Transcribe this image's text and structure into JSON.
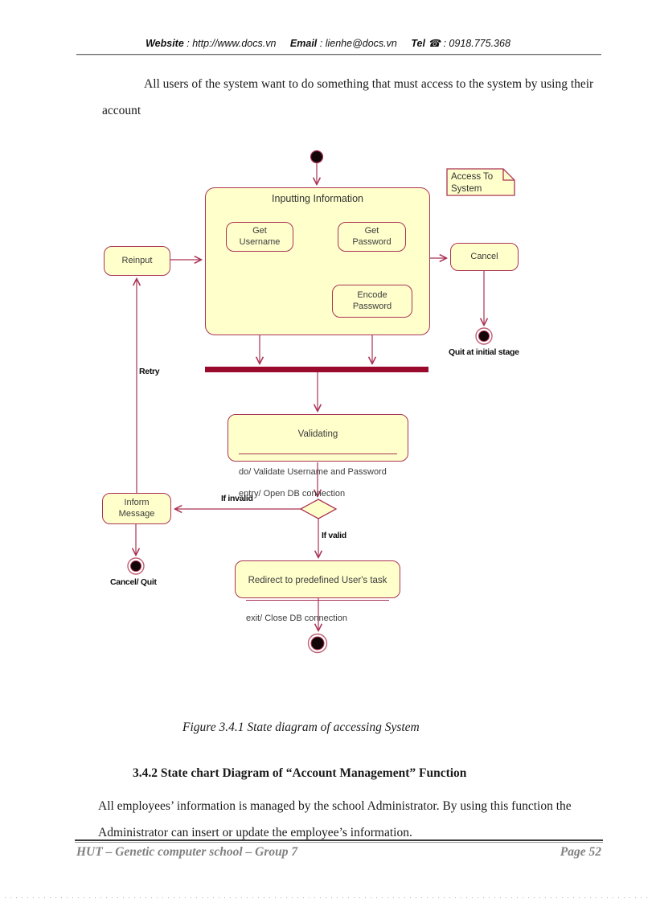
{
  "header": {
    "website_label": "Website",
    "website_text": ": http://www.docs.vn",
    "email_label": "Email",
    "email_text": ": lienhe@docs.vn",
    "tel_label": "Tel",
    "phone_icon": "☎",
    "tel_text": ": 0918.775.368"
  },
  "intro": "All users of the system want to do something that must access to the system by using their account",
  "diagram": {
    "note": "Access To\nSystem",
    "inputting_title": "Inputting Information",
    "get_username": "Get\nUsername",
    "get_password": "Get\nPassword",
    "encode_password": "Encode\nPassword",
    "reinput": "Reinput",
    "cancel": "Cancel",
    "inform": "Inform\nMessage",
    "validating": {
      "title": "Validating",
      "action1": "do/ Validate Username and Password",
      "action2": "entry/ Open DB connection"
    },
    "redirect": {
      "title": "Redirect to predefined User's task",
      "action": "exit/ Close DB connection"
    },
    "labels": {
      "retry": "Retry",
      "if_invalid": "If invalid",
      "if_valid": "If valid",
      "quit_initial": "Quit at initial stage",
      "cancel_quit": "Cancel/ Quit"
    }
  },
  "caption": "Figure 3.4.1 State diagram of accessing System",
  "section": {
    "heading": "3.4.2 State chart Diagram of “Account Management” Function",
    "body": "All employees’ information is managed by the school Administrator. By using this function the Administrator can insert or update the employee’s information."
  },
  "footer": {
    "left": "HUT – Genetic computer school – Group 7",
    "right": "Page 52"
  },
  "colors": {
    "state_fill": "#FFFFCC",
    "line": "#AA3355",
    "sync_bar": "#990A2C"
  }
}
